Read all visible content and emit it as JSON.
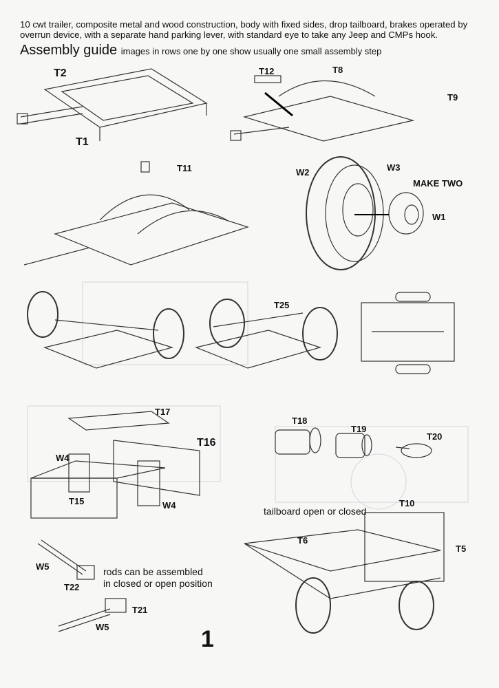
{
  "header": {
    "intro": "10 cwt trailer, composite metal and wood construction, body with fixed sides, drop tailboard, brakes operated by overrun device, with a separate hand parking lever, with standard eye to take any Jeep and CMPs hook.",
    "title": "Assembly guide",
    "subtitle": "images in rows one by one show usually one small assembly step"
  },
  "labels": {
    "t2": "T2",
    "t1": "T1",
    "t12": "T12",
    "t8": "T8",
    "t9": "T9",
    "t11": "T11",
    "w2": "W2",
    "w3": "W3",
    "make_two": "MAKE TWO",
    "w1": "W1",
    "t25": "T25",
    "t17": "T17",
    "t16": "T16",
    "w4a": "W4",
    "t15": "T15",
    "w4b": "W4",
    "t18": "T18",
    "t19": "T19",
    "t20": "T20",
    "t10": "T10",
    "t6": "T6",
    "t5": "T5",
    "w5a": "W5",
    "t22": "T22",
    "t21": "T21",
    "w5b": "W5"
  },
  "notes": {
    "tailboard": "tailboard open or closed",
    "rods_line1": "rods can be assembled",
    "rods_line2": "in closed or open position"
  },
  "page_number": "1"
}
